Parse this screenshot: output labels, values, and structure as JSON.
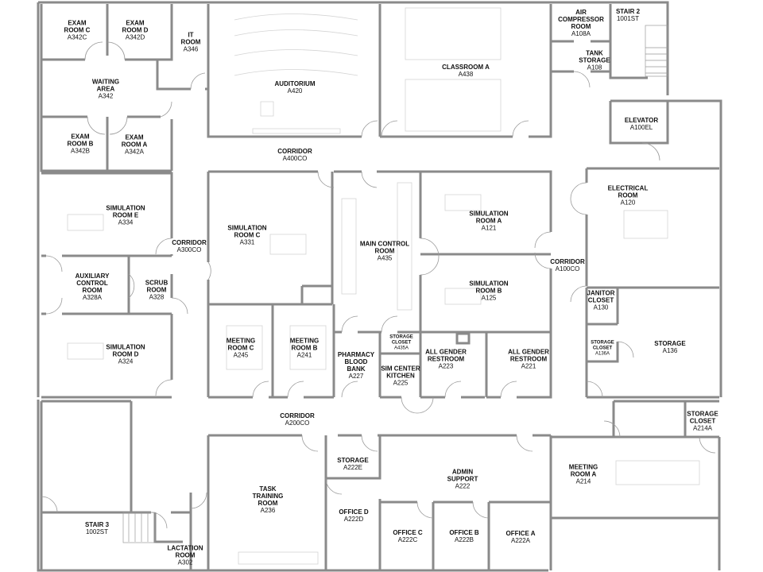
{
  "plan": {
    "wall_color": "#8a8a8a",
    "wall_dark": "#555555",
    "furniture_color": "#d4d4d4"
  },
  "rooms": {
    "exam_c": {
      "name": [
        "EXAM",
        "ROOM C"
      ],
      "code": "A342C"
    },
    "exam_d": {
      "name": [
        "EXAM",
        "ROOM D"
      ],
      "code": "A342D"
    },
    "it_room": {
      "name": [
        "IT",
        "ROOM"
      ],
      "code": "A346"
    },
    "waiting": {
      "name": [
        "WAITING",
        "AREA"
      ],
      "code": "A342"
    },
    "exam_b": {
      "name": [
        "EXAM",
        "ROOM B"
      ],
      "code": "A342B"
    },
    "exam_a": {
      "name": [
        "EXAM",
        "ROOM A"
      ],
      "code": "A342A"
    },
    "auditorium": {
      "name": [
        "AUDITORIUM"
      ],
      "code": "A420"
    },
    "classroom_a": {
      "name": [
        "CLASSROOM A"
      ],
      "code": "A438"
    },
    "air_compressor": {
      "name": [
        "AIR",
        "COMPRESSOR",
        "ROOM"
      ],
      "code": "A108A"
    },
    "tank_storage": {
      "name": [
        "TANK",
        "STORAGE"
      ],
      "code": "A108"
    },
    "stair_2": {
      "name": [
        "STAIR 2"
      ],
      "code": "1001ST"
    },
    "elevator": {
      "name": [
        "ELEVATOR"
      ],
      "code": "A100EL"
    },
    "corridor_a400": {
      "name": [
        "CORRIDOR"
      ],
      "code": "A400CO"
    },
    "sim_e": {
      "name": [
        "SIMULATION",
        "ROOM E"
      ],
      "code": "A334"
    },
    "corridor_a300": {
      "name": [
        "CORRIDOR"
      ],
      "code": "A300CO"
    },
    "aux_control": {
      "name": [
        "AUXILIARY",
        "CONTROL",
        "ROOM"
      ],
      "code": "A328A"
    },
    "scrub": {
      "name": [
        "SCRUB",
        "ROOM"
      ],
      "code": "A328"
    },
    "sim_d": {
      "name": [
        "SIMULATION",
        "ROOM D"
      ],
      "code": "A324"
    },
    "sim_c": {
      "name": [
        "SIMULATION",
        "ROOM C"
      ],
      "code": "A331"
    },
    "main_control": {
      "name": [
        "MAIN CONTROL",
        "ROOM"
      ],
      "code": "A435"
    },
    "sim_a": {
      "name": [
        "SIMULATION",
        "ROOM A"
      ],
      "code": "A121"
    },
    "sim_b": {
      "name": [
        "SIMULATION",
        "ROOM B"
      ],
      "code": "A125"
    },
    "corridor_a100": {
      "name": [
        "CORRIDOR"
      ],
      "code": "A100CO"
    },
    "electrical": {
      "name": [
        "ELECTRICAL",
        "ROOM"
      ],
      "code": "A120"
    },
    "janitor": {
      "name": [
        "JANITOR",
        "CLOSET"
      ],
      "code": "A130"
    },
    "storage_closet_136a": {
      "name": [
        "STORAGE",
        "CLOSET"
      ],
      "code": "A136A"
    },
    "storage_136": {
      "name": [
        "STORAGE"
      ],
      "code": "A136"
    },
    "meeting_c": {
      "name": [
        "MEETING",
        "ROOM C"
      ],
      "code": "A245"
    },
    "meeting_b": {
      "name": [
        "MEETING",
        "ROOM B"
      ],
      "code": "A241"
    },
    "pharmacy": {
      "name": [
        "PHARMACY",
        "BLOOD",
        "BANK"
      ],
      "code": "A227"
    },
    "storage_closet_435a": {
      "name": [
        "STORAGE",
        "CLOSET"
      ],
      "code": "A435A"
    },
    "sim_kitchen": {
      "name": [
        "SIM CENTER",
        "KITCHEN"
      ],
      "code": "A225"
    },
    "restroom_223": {
      "name": [
        "ALL GENDER",
        "RESTROOM"
      ],
      "code": "A223"
    },
    "restroom_221": {
      "name": [
        "ALL GENDER",
        "RESTROOM"
      ],
      "code": "A221"
    },
    "storage_closet_214a": {
      "name": [
        "STORAGE",
        "CLOSET"
      ],
      "code": "A214A"
    },
    "corridor_a200": {
      "name": [
        "CORRIDOR"
      ],
      "code": "A200CO"
    },
    "meeting_a": {
      "name": [
        "MEETING",
        "ROOM A"
      ],
      "code": "A214"
    },
    "stair_3": {
      "name": [
        "STAIR 3"
      ],
      "code": "1002ST"
    },
    "lactation": {
      "name": [
        "LACTATION",
        "ROOM"
      ],
      "code": "A302"
    },
    "task_training": {
      "name": [
        "TASK",
        "TRAINING",
        "ROOM"
      ],
      "code": "A236"
    },
    "storage_222e": {
      "name": [
        "STORAGE"
      ],
      "code": "A222E"
    },
    "admin_support": {
      "name": [
        "ADMIN",
        "SUPPORT"
      ],
      "code": "A222"
    },
    "office_d": {
      "name": [
        "OFFICE D"
      ],
      "code": "A222D"
    },
    "office_c": {
      "name": [
        "OFFICE C"
      ],
      "code": "A222C"
    },
    "office_b": {
      "name": [
        "OFFICE B"
      ],
      "code": "A222B"
    },
    "office_a": {
      "name": [
        "OFFICE A"
      ],
      "code": "A222A"
    }
  }
}
